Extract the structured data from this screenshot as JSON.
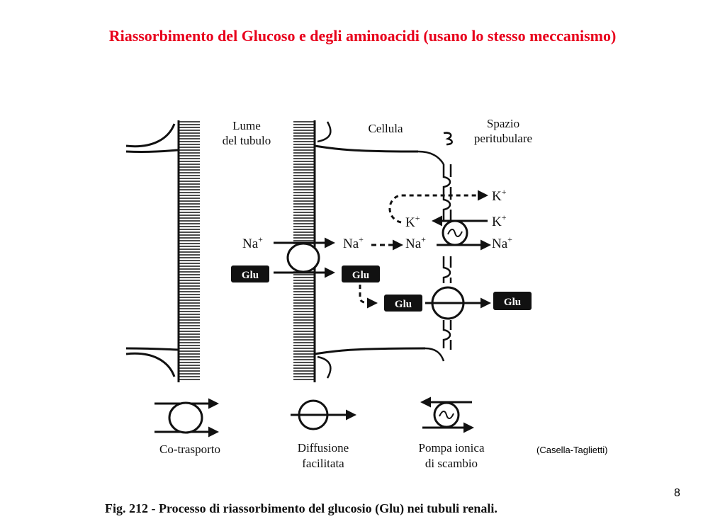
{
  "title": "Riassorbimento del Glucoso e degli aminoacidi (usano lo stesso meccanismo)",
  "credit": "(Casella-Taglietti)",
  "page_number": "8",
  "caption": "Fig. 212 - Processo di riassorbimento del glucosio (Glu) nei tubuli renali.",
  "diagram": {
    "region_labels": {
      "lumen_line1": "Lume",
      "lumen_line2": "del tubulo",
      "cell": "Cellula",
      "space_line1": "Spazio",
      "space_line2": "peritubulare"
    },
    "ions": {
      "na": "Na",
      "k": "K",
      "plus": "+",
      "glu": "Glu"
    },
    "legend": {
      "cotransport": "Co-trasporto",
      "facilitated_line1": "Diffusione",
      "facilitated_line2": "facilitata",
      "pump_line1": "Pompa ionica",
      "pump_line2": "di scambio"
    }
  }
}
